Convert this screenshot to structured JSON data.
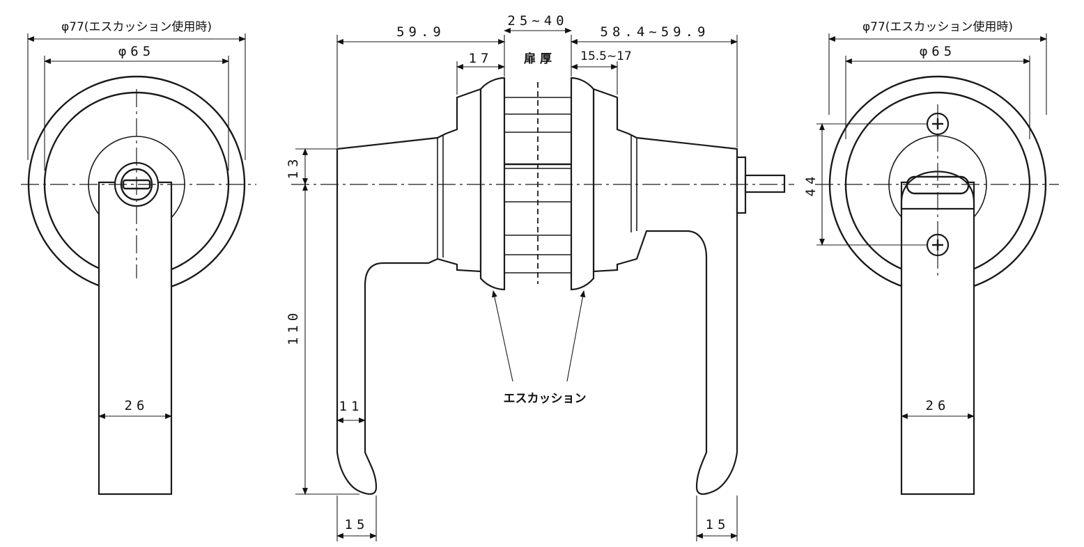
{
  "left_view": {
    "dim_escutcheon_diameter": "φ77(エスカッション使用時)",
    "dim_rose_diameter": "φ65",
    "dim_lever_width": "26"
  },
  "side_view": {
    "dim_left_projection": "59.9",
    "dim_door_thickness": "25~40",
    "dim_right_projection": "58.4~59.9",
    "dim_rose_depth_left": "17",
    "label_door_thickness": "扉 厚",
    "dim_rose_depth_right": "15.5~17",
    "dim_upper_offset": "13",
    "dim_lever_drop": "110",
    "dim_grip_width": "11",
    "dim_tip_left": "15",
    "dim_tip_right": "15",
    "callout_escutcheon": "エスカッション"
  },
  "right_view": {
    "dim_escutcheon_diameter": "φ77(エスカッション使用時)",
    "dim_rose_diameter": "φ65",
    "dim_screw_pitch": "44",
    "dim_lever_width": "26"
  }
}
